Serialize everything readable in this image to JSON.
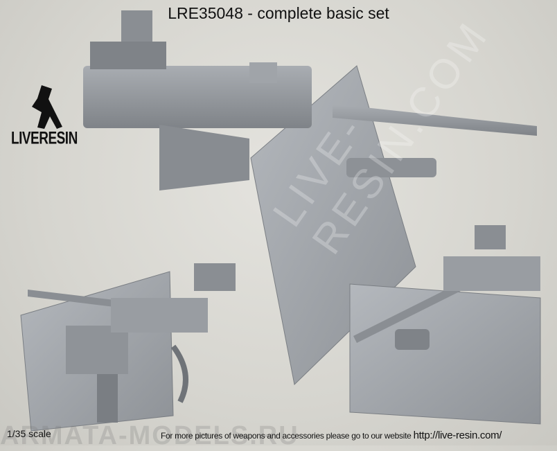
{
  "title": "LRE35048 - complete basic set",
  "logo": {
    "text": "LIVERESIN"
  },
  "scale_label": "1/35 scale",
  "footer": {
    "text": "For more pictures of weapons and accessories please go to our website",
    "url": "http://live-resin.com/"
  },
  "watermarks": {
    "bottom": "ARMATA-MODELS.RU",
    "diagonal": "LIVE-RESIN.COM"
  },
  "colors": {
    "model": "#9a9ea3",
    "background": "#d9d8d2"
  }
}
